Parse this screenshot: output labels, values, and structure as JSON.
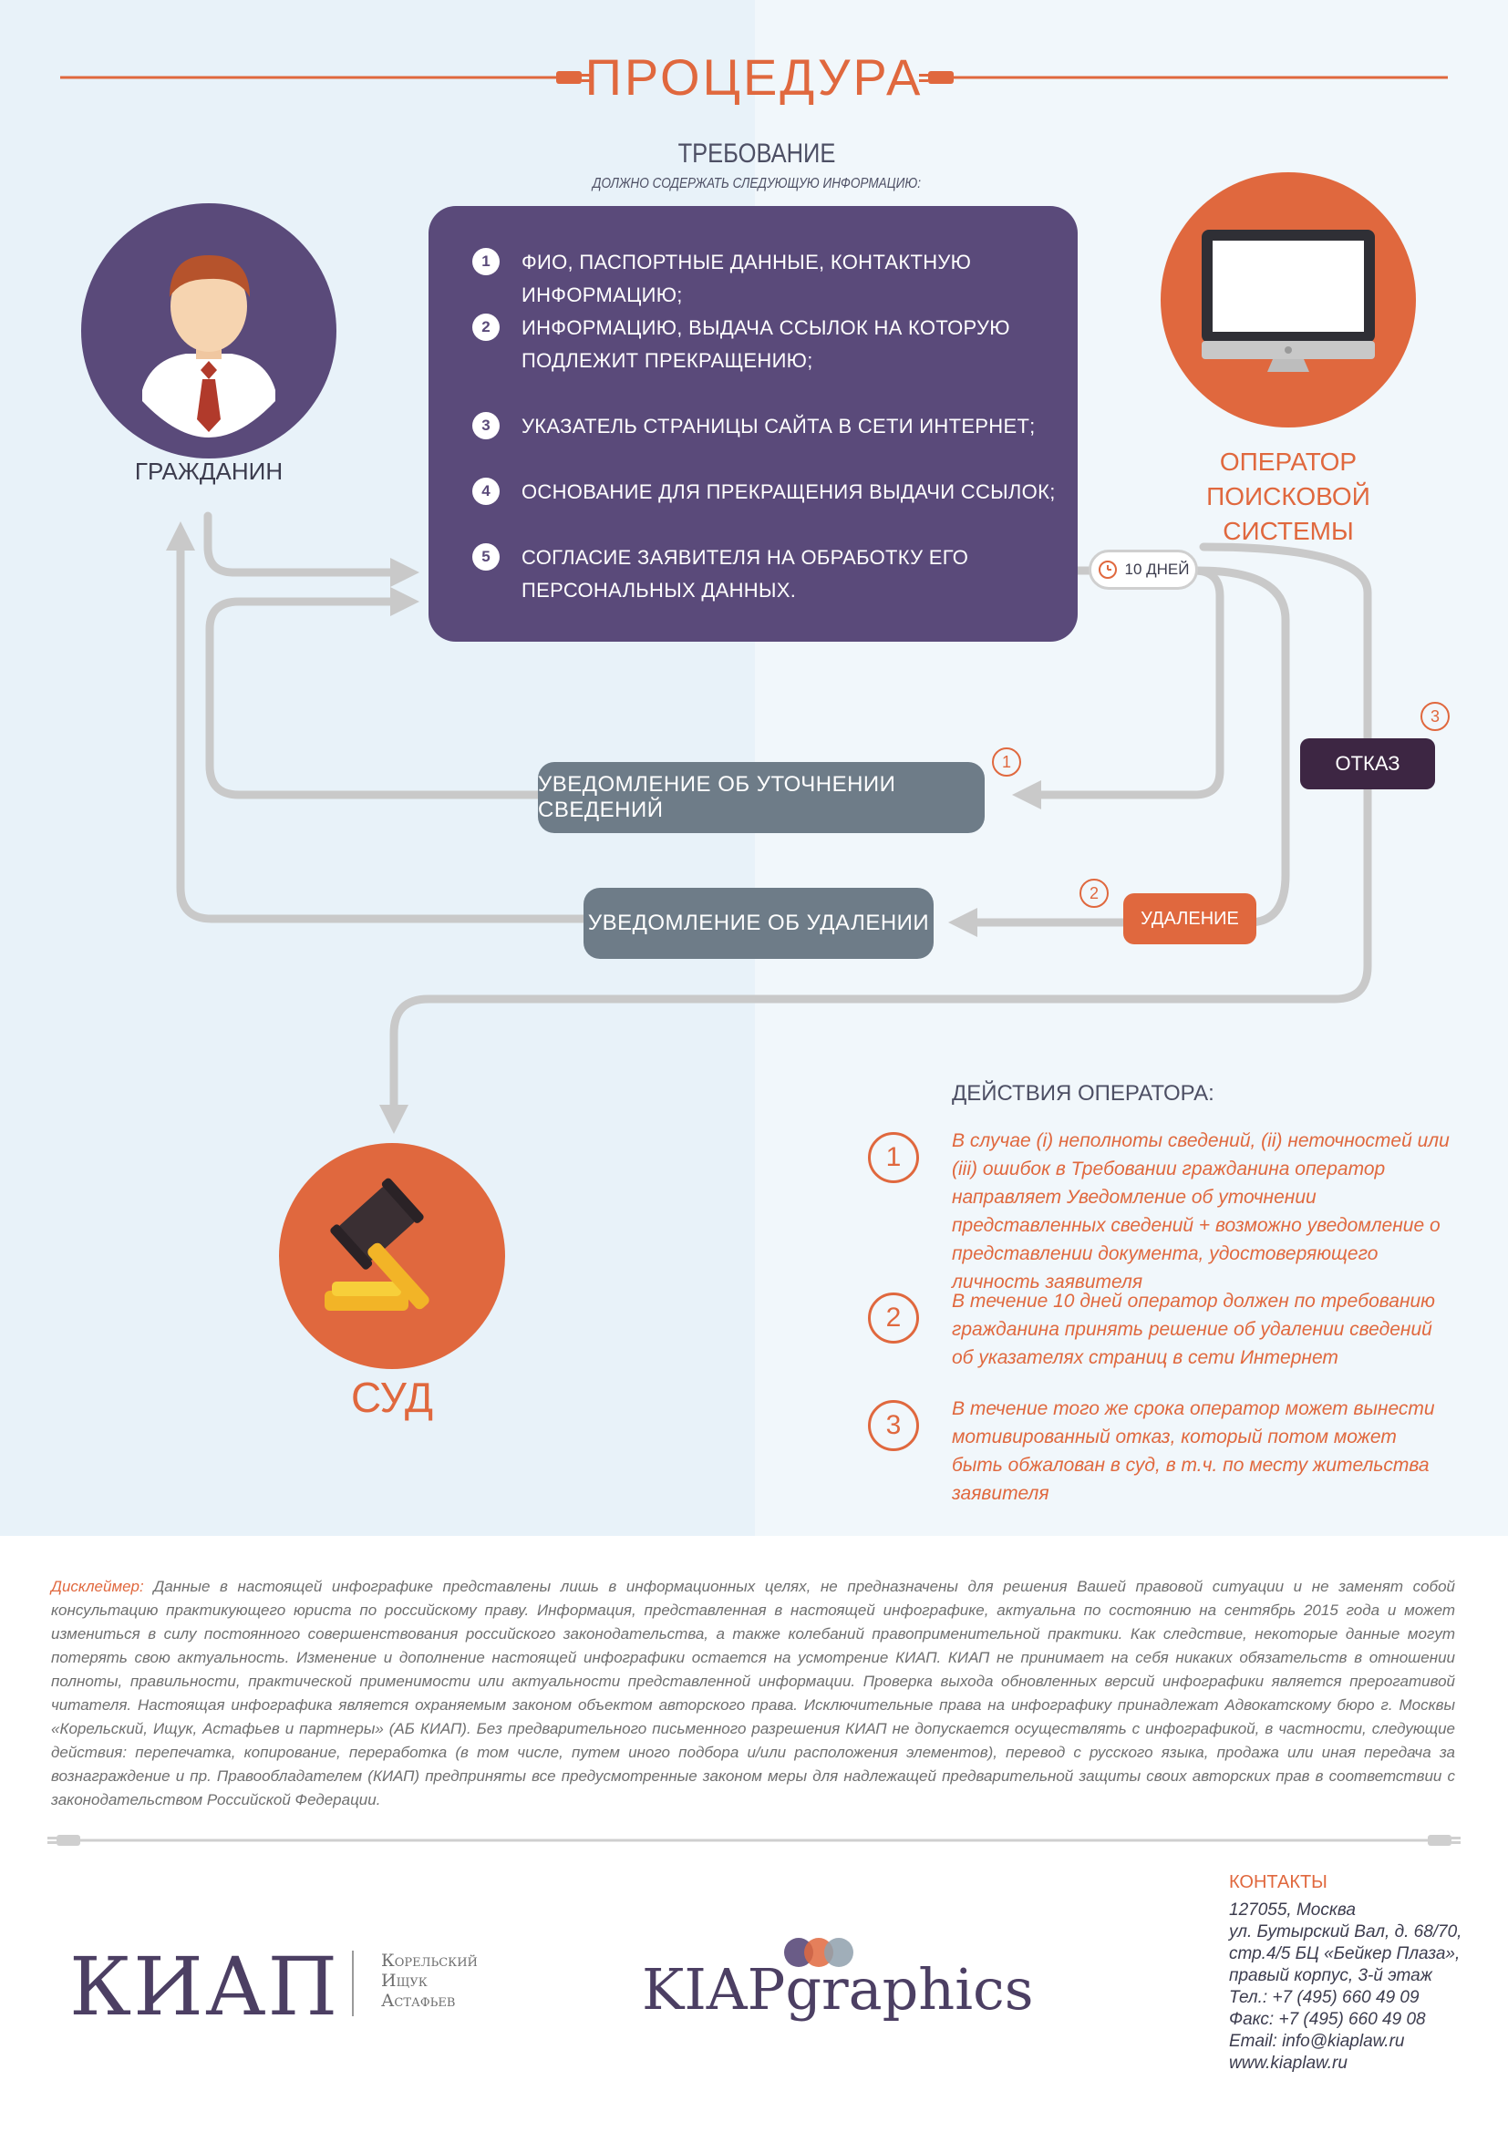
{
  "page": {
    "title": "ПРОЦЕДУРА"
  },
  "requirement": {
    "title": "ТРЕБОВАНИЕ",
    "subtitle": "должно содержать следующую информацию:",
    "items": [
      {
        "num": "1",
        "text": "ФИО, паспортные данные, контактную информацию;"
      },
      {
        "num": "2",
        "text": "информацию, выдача ссылок на которую подлежит прекращению;"
      },
      {
        "num": "3",
        "text": "указатель страницы сайта в сети Интернет;"
      },
      {
        "num": "4",
        "text": "основание для прекращения выдачи ссылок;"
      },
      {
        "num": "5",
        "text": "согласие заявителя на обработку его персональных данных."
      }
    ]
  },
  "actors": {
    "citizen": "ГРАЖДАНИН",
    "operator": "ОПЕРАТОР ПОИСКОВОЙ СИСТЕМЫ",
    "court": "СУД"
  },
  "flow": {
    "days": "10 ДНЕЙ",
    "notice_clarify": "УВЕДОМЛЕНИЕ ОБ УТОЧНЕНИИ СВЕДЕНИЙ",
    "notice_delete": "УВЕДОМЛЕНИЕ ОБ УДАЛЕНИИ",
    "refusal": "ОТКАЗ",
    "deletion": "УДАЛЕНИЕ",
    "num1": "1",
    "num2": "2",
    "num3": "3"
  },
  "actions": {
    "title": "ДЕЙСТВИЯ ОПЕРАТОРА:",
    "items": [
      {
        "num": "1",
        "text": "В случае (i) неполноты сведений, (ii) неточностей или (iii) ошибок в Требовании гражданина оператор направляет Уведомление об уточнении представленных сведений + возможно уведомление о представлении документа, удостоверяющего личность заявителя"
      },
      {
        "num": "2",
        "text": "В течение 10 дней оператор должен по требованию гражданина принять решение об удалении сведений об указателях страниц в сети Интернет"
      },
      {
        "num": "3",
        "text": "В течение того же срока оператор может вынести мотивированный отказ, который потом может быть обжалован в суд, в т.ч. по месту жительства заявителя"
      }
    ]
  },
  "disclaimer": {
    "label": "Дисклеймер:",
    "text": "Данные в настоящей инфографике представлены лишь в информационных целях, не предназначены для решения Вашей правовой ситуации и не заменят собой консультацию практикующего юриста по российскому праву. Информация, представленная в настоящей инфографике, актуальна по состоянию на сентябрь 2015 года и может измениться в силу постоянного совершенствования российского законодательства, а также колебаний правоприменительной практики. Как следствие, некоторые данные могут потерять свою актуальность. Изменение и дополнение настоящей инфографики остается на усмотрение КИАП. КИАП не принимает на себя никаких обязательств в отношении полноты, правильности, практической применимости или актуальности представленной информации. Проверка выхода обновленных версий инфографики является прерогативой читателя. Настоящая инфографика является охраняемым законом объектом авторского права. Исключительные права на инфографику принадлежат Адвокатскому бюро г. Москвы «Корельский, Ищук, Астафьев и партнеры» (АБ КИАП). Без предварительного письменного разрешения КИАП не допускается осуществлять с инфографикой, в частности, следующие действия: перепечатка, копирование, переработка (в том числе, путем иного подбора и/или расположения элементов), перевод с русского языка, продажа или иная передача за вознаграждение и пр. Правообладателем (КИАП) предприняты все предусмотренные законом меры для надлежащей предварительной защиты своих авторских прав в соответствии с законодательством Российской Федерации."
  },
  "contacts": {
    "title": "КОНТАКТЫ",
    "lines": [
      "127055, Москва",
      "ул. Бутырский Вал, д. 68/70,",
      "стр.4/5 БЦ «Бейкер Плаза»,",
      "правый корпус, 3-й этаж",
      "Тел.: +7 (495) 660 49 09",
      "Факс: +7 (495) 660 49 08",
      "Email: info@kiaplaw.ru",
      "www.kiaplaw.ru"
    ]
  },
  "logos": {
    "kiap": "КИАП",
    "kiap_sub": [
      "Корельский",
      "Ищук",
      "Астафьев"
    ],
    "graphics_a": "KIAP",
    "graphics_b": "graphics"
  },
  "colors": {
    "accent": "#e0683e",
    "purple": "#5a4a7a",
    "dark": "#3d2643",
    "grey_pill": "#6e7c88",
    "arrow": "#c9c9c9"
  }
}
